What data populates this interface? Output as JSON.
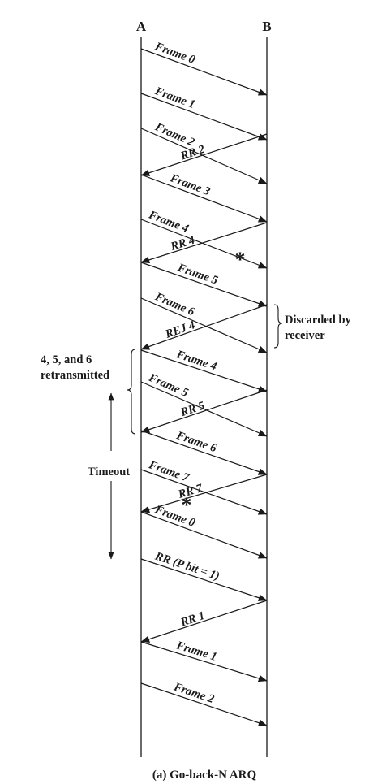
{
  "stations": {
    "a": "A",
    "b": "B"
  },
  "frames": [
    {
      "dir": "AB",
      "label": "Frame 0"
    },
    {
      "dir": "AB",
      "label": "Frame 1"
    },
    {
      "dir": "AB",
      "label": "Frame 2"
    },
    {
      "dir": "BA",
      "label": "RR 2"
    },
    {
      "dir": "AB",
      "label": "Frame 3"
    },
    {
      "dir": "AB",
      "label": "Frame 4"
    },
    {
      "dir": "BA",
      "label": "RR 4"
    },
    {
      "dir": "AB",
      "label": "Frame 5"
    },
    {
      "dir": "AB",
      "label": "Frame 6"
    },
    {
      "dir": "BA",
      "label": "REJ 4"
    },
    {
      "dir": "AB",
      "label": "Frame 4"
    },
    {
      "dir": "AB",
      "label": "Frame 5"
    },
    {
      "dir": "BA",
      "label": "RR 5"
    },
    {
      "dir": "AB",
      "label": "Frame 6"
    },
    {
      "dir": "AB",
      "label": "Frame 7"
    },
    {
      "dir": "BA",
      "label": "RR 7"
    },
    {
      "dir": "AB",
      "label": "Frame 0"
    },
    {
      "dir": "AB",
      "label": "RR (P bit = 1)"
    },
    {
      "dir": "BA",
      "label": "RR 1"
    },
    {
      "dir": "AB",
      "label": "Frame 1"
    },
    {
      "dir": "AB",
      "label": "Frame 2"
    }
  ],
  "loss_marker": "*",
  "notes": {
    "discarded_line1": "Discarded by",
    "discarded_line2": "receiver",
    "retransmitted_line1": "4, 5, and 6",
    "retransmitted_line2": "retransmitted",
    "timeout": "Timeout"
  },
  "caption": "(a) Go-back-N ARQ"
}
